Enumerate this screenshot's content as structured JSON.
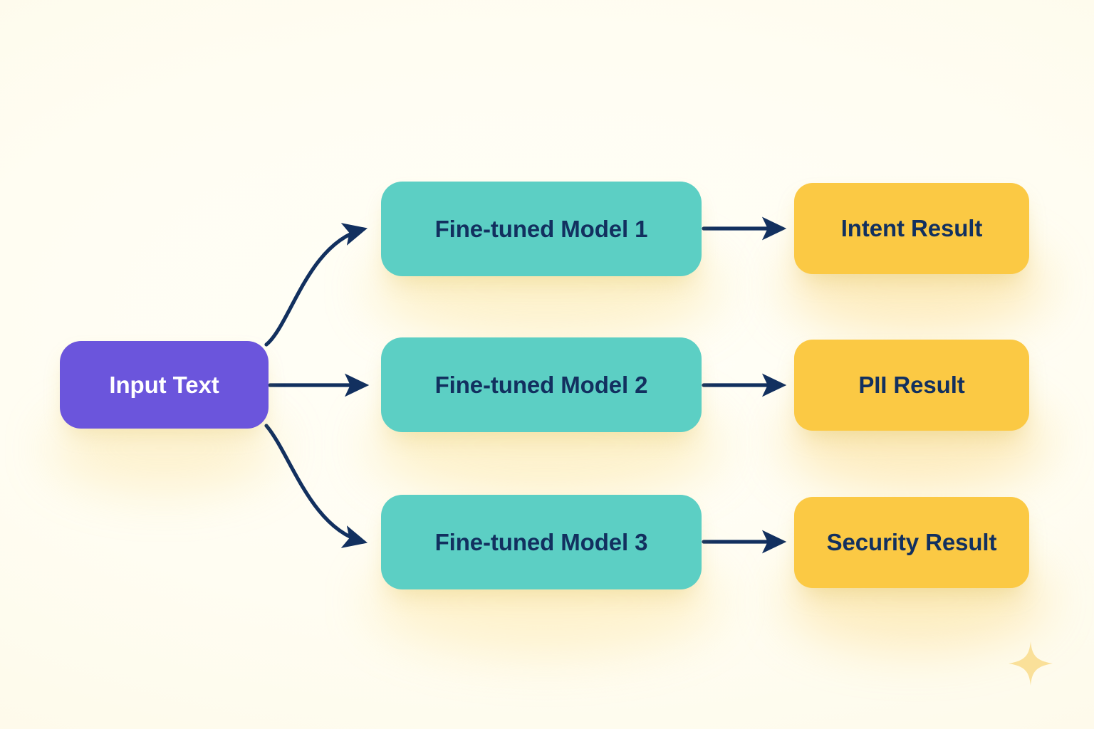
{
  "diagram": {
    "title": "Input Text routed to three fine-tuned models producing three results",
    "background_color": "#fffdf2",
    "connector_color": "#12305f"
  },
  "input_node": {
    "label": "Input Text",
    "fill": "#6b55dc",
    "text_color": "#ffffff"
  },
  "model_nodes": [
    {
      "label": "Fine-tuned Model 1",
      "fill": "#5ccfc4",
      "text_color": "#12305f"
    },
    {
      "label": "Fine-tuned Model 2",
      "fill": "#5ccfc4",
      "text_color": "#12305f"
    },
    {
      "label": "Fine-tuned Model 3",
      "fill": "#5ccfc4",
      "text_color": "#12305f"
    }
  ],
  "result_nodes": [
    {
      "label": "Intent Result",
      "fill": "#fbc944",
      "text_color": "#12305f"
    },
    {
      "label": "PII Result",
      "fill": "#fbc944",
      "text_color": "#12305f"
    },
    {
      "label": "Security Result",
      "fill": "#fbc944",
      "text_color": "#12305f"
    }
  ],
  "connectors": [
    {
      "name": "input-to-model-1",
      "style": "curved",
      "direction": "up"
    },
    {
      "name": "input-to-model-2",
      "style": "straight",
      "direction": "right"
    },
    {
      "name": "input-to-model-3",
      "style": "curved",
      "direction": "down"
    },
    {
      "name": "model-1-to-intent-result",
      "style": "straight",
      "direction": "right"
    },
    {
      "name": "model-2-to-pii-result",
      "style": "straight",
      "direction": "right"
    },
    {
      "name": "model-3-to-security-result",
      "style": "straight",
      "direction": "right"
    }
  ],
  "decorations": {
    "sparkle": {
      "name": "sparkle-icon",
      "fill": "#fae099"
    }
  }
}
